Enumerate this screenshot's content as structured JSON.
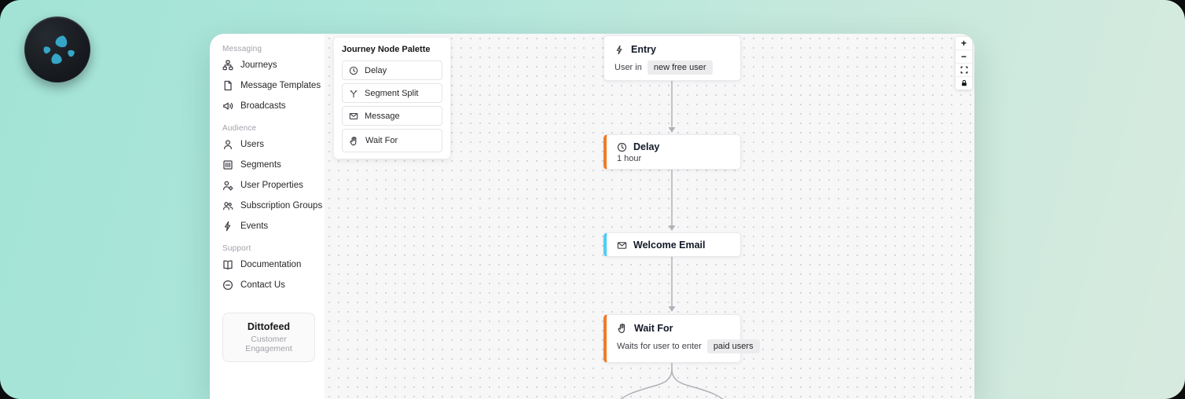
{
  "colors": {
    "logo_blue": "#35a6c8",
    "accent_orange": "#ee7c2b",
    "accent_cyan": "#4fcdf3",
    "edge": "#b1b1b7",
    "canvas_bg": "#f7f7f8"
  },
  "sidebar": {
    "sections": [
      {
        "label": "Messaging",
        "items": [
          {
            "label": "Journeys",
            "icon": "journeys-icon"
          },
          {
            "label": "Message Templates",
            "icon": "template-icon"
          },
          {
            "label": "Broadcasts",
            "icon": "broadcast-icon"
          }
        ]
      },
      {
        "label": "Audience",
        "items": [
          {
            "label": "Users",
            "icon": "user-icon"
          },
          {
            "label": "Segments",
            "icon": "segments-icon"
          },
          {
            "label": "User Properties",
            "icon": "user-gear-icon"
          },
          {
            "label": "Subscription Groups",
            "icon": "people-icon"
          },
          {
            "label": "Events",
            "icon": "zap-icon"
          }
        ]
      },
      {
        "label": "Support",
        "items": [
          {
            "label": "Documentation",
            "icon": "book-icon"
          },
          {
            "label": "Contact Us",
            "icon": "chat-circle-icon"
          }
        ]
      }
    ],
    "workspace": {
      "name": "Dittofeed",
      "subtitle": "Customer Engagement"
    }
  },
  "palette": {
    "title": "Journey Node Palette",
    "items": [
      {
        "label": "Delay",
        "icon": "clock-icon"
      },
      {
        "label": "Segment Split",
        "icon": "split-icon"
      },
      {
        "label": "Message",
        "icon": "mail-icon"
      },
      {
        "label": "Wait For",
        "icon": "hand-icon"
      }
    ]
  },
  "canvas": {
    "nodes": [
      {
        "title": "Entry",
        "icon": "zap-icon",
        "body_prefix": "User in",
        "badge": "new free user"
      },
      {
        "title": "Delay",
        "icon": "clock-icon",
        "body": "1 hour",
        "accent": "#ee7c2b"
      },
      {
        "title": "Welcome Email",
        "icon": "mail-icon",
        "accent": "#4fcdf3"
      },
      {
        "title": "Wait For",
        "icon": "hand-icon",
        "body_prefix": "Waits for user to enter",
        "badge": "paid users",
        "accent": "#ee7c2b"
      }
    ]
  },
  "controls": {
    "zoom_in": "+",
    "zoom_out": "−"
  }
}
